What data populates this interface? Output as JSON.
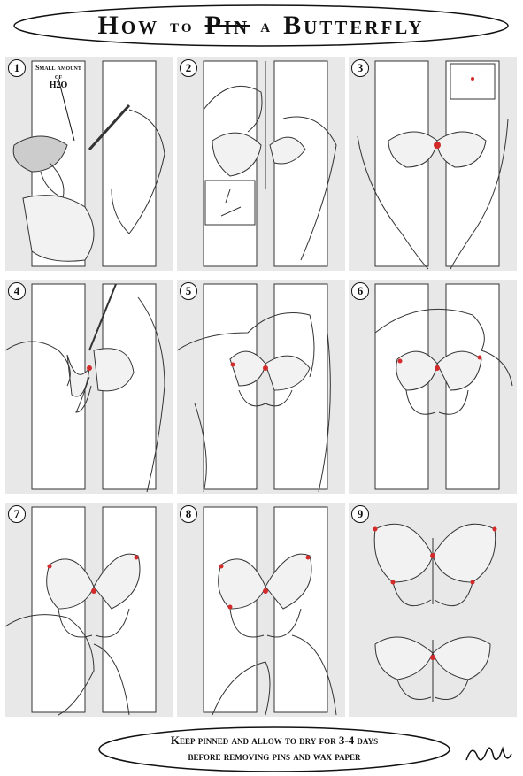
{
  "title": {
    "word1": "How",
    "word2": "to",
    "word3": "Pin",
    "word4": "a",
    "word5": "Butterfly"
  },
  "steps": [
    {
      "number": "1",
      "label_line1": "Small amount",
      "label_line2": "of",
      "label_line3": "H2O"
    },
    {
      "number": "2"
    },
    {
      "number": "3"
    },
    {
      "number": "4"
    },
    {
      "number": "5"
    },
    {
      "number": "6"
    },
    {
      "number": "7"
    },
    {
      "number": "8"
    },
    {
      "number": "9"
    }
  ],
  "footer": {
    "line1": "Keep pinned and allow to dry for 3-4 days",
    "line2": "before removing pins and wax paper"
  },
  "colors": {
    "panel_bg": "#e8e8e8",
    "ink": "#111111",
    "pin_red": "#d42a2a"
  }
}
